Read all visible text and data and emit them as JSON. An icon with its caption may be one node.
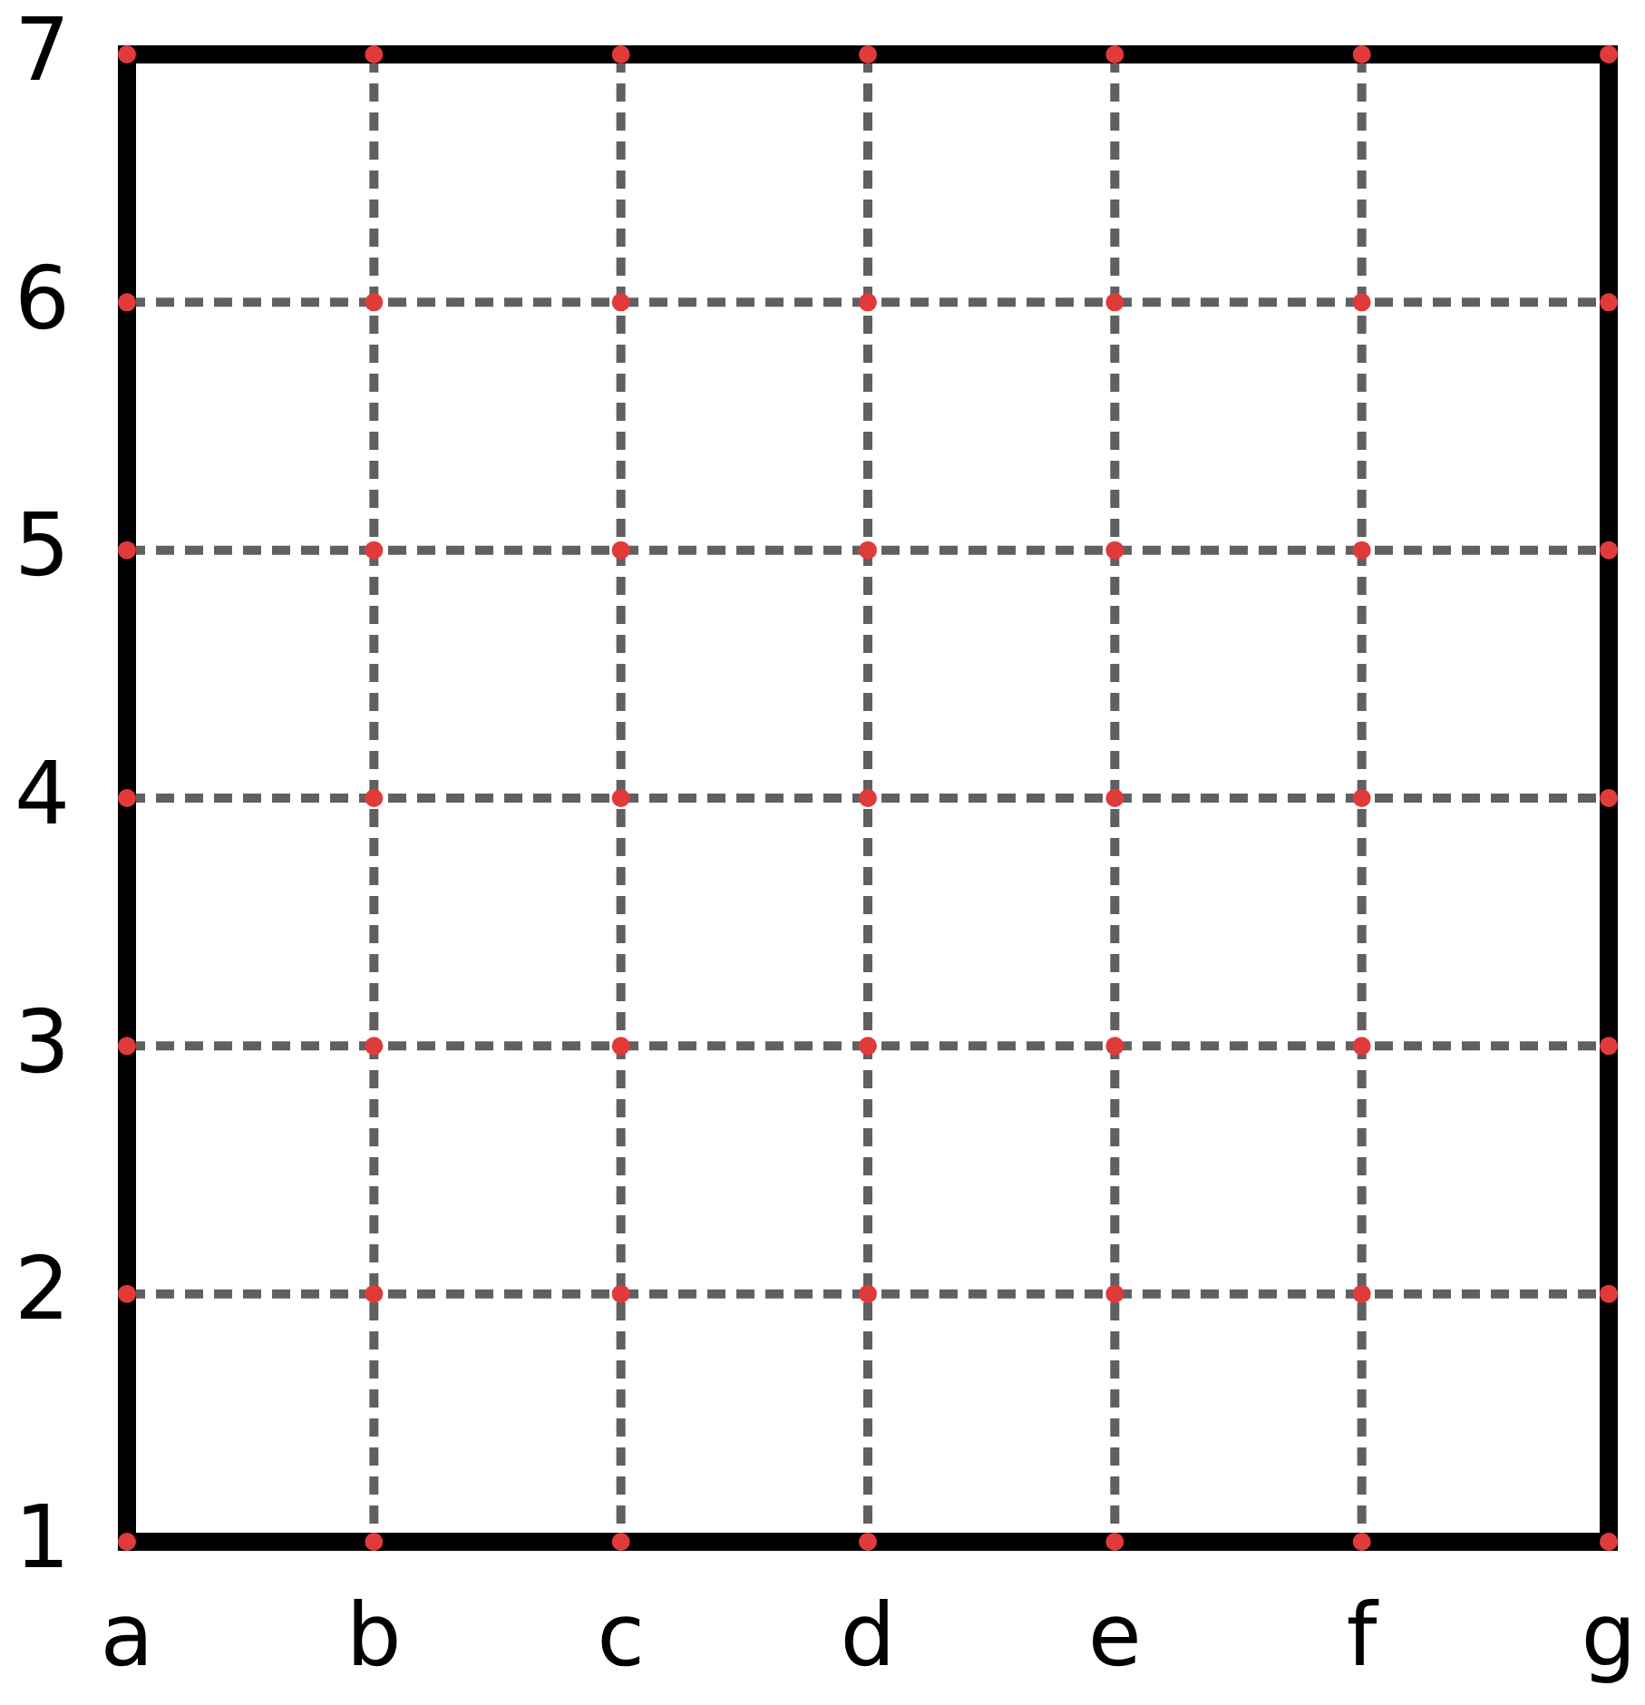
{
  "diagram": {
    "labels": [
      "7",
      "6",
      "5",
      "4",
      "3",
      "2",
      "1",
      "a",
      "b",
      "c",
      "d",
      "e",
      "f",
      "g"
    ]
  }
}
